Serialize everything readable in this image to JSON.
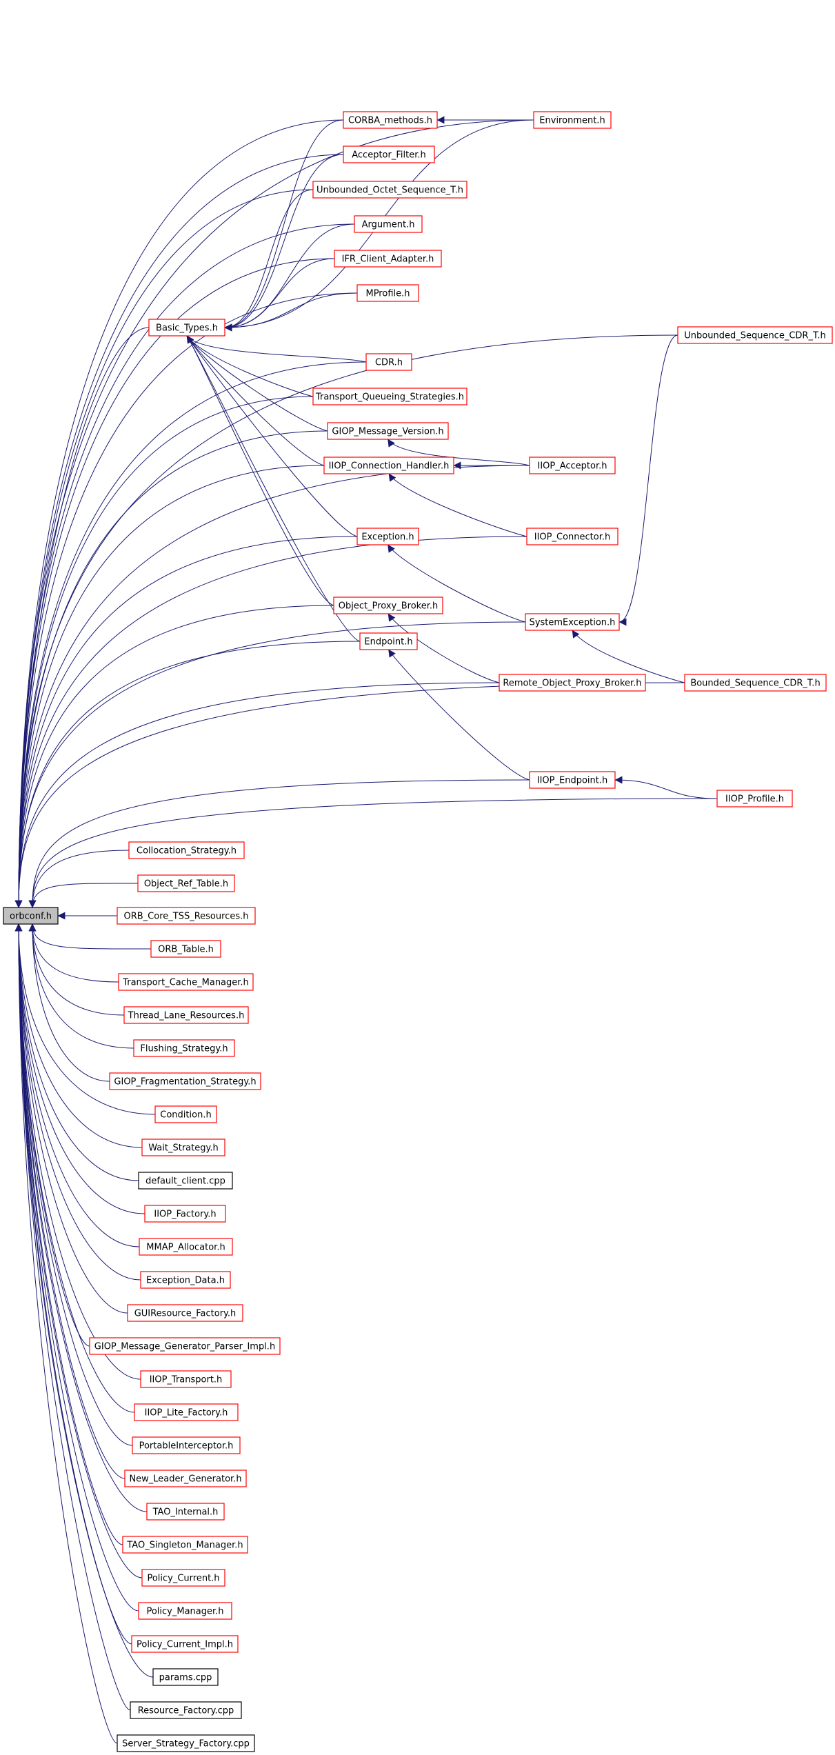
{
  "graph": {
    "root": "orbconf.h",
    "colors": {
      "edge": "#191970",
      "link_border": "#ff0000",
      "leaf_border": "#000000",
      "root_fill": "#bfbfbf"
    },
    "nodes": [
      {
        "id": "root",
        "label": "orbconf.h",
        "style": "root"
      },
      {
        "id": "corba_methods",
        "label": "CORBA_methods.h",
        "style": "link"
      },
      {
        "id": "environment",
        "label": "Environment.h",
        "style": "link"
      },
      {
        "id": "acceptor_filter",
        "label": "Acceptor_Filter.h",
        "style": "link"
      },
      {
        "id": "unbounded_octet",
        "label": "Unbounded_Octet_Sequence_T.h",
        "style": "link"
      },
      {
        "id": "argument",
        "label": "Argument.h",
        "style": "link"
      },
      {
        "id": "ifr_client",
        "label": "IFR_Client_Adapter.h",
        "style": "link"
      },
      {
        "id": "mprofile",
        "label": "MProfile.h",
        "style": "link"
      },
      {
        "id": "basic_types",
        "label": "Basic_Types.h",
        "style": "link"
      },
      {
        "id": "unbounded_seq_cdr",
        "label": "Unbounded_Sequence_CDR_T.h",
        "style": "link"
      },
      {
        "id": "cdr",
        "label": "CDR.h",
        "style": "link"
      },
      {
        "id": "transport_queueing",
        "label": "Transport_Queueing_Strategies.h",
        "style": "link"
      },
      {
        "id": "giop_msg_version",
        "label": "GIOP_Message_Version.h",
        "style": "link"
      },
      {
        "id": "iiop_conn_handler",
        "label": "IIOP_Connection_Handler.h",
        "style": "link"
      },
      {
        "id": "iiop_acceptor",
        "label": "IIOP_Acceptor.h",
        "style": "link"
      },
      {
        "id": "exception",
        "label": "Exception.h",
        "style": "link"
      },
      {
        "id": "iiop_connector",
        "label": "IIOP_Connector.h",
        "style": "link"
      },
      {
        "id": "object_proxy_broker",
        "label": "Object_Proxy_Broker.h",
        "style": "link"
      },
      {
        "id": "system_exception",
        "label": "SystemException.h",
        "style": "link"
      },
      {
        "id": "endpoint",
        "label": "Endpoint.h",
        "style": "link"
      },
      {
        "id": "remote_obj_broker",
        "label": "Remote_Object_Proxy_Broker.h",
        "style": "link"
      },
      {
        "id": "bounded_seq_cdr",
        "label": "Bounded_Sequence_CDR_T.h",
        "style": "link"
      },
      {
        "id": "iiop_endpoint",
        "label": "IIOP_Endpoint.h",
        "style": "link"
      },
      {
        "id": "iiop_profile",
        "label": "IIOP_Profile.h",
        "style": "link"
      },
      {
        "id": "collocation",
        "label": "Collocation_Strategy.h",
        "style": "link"
      },
      {
        "id": "object_ref_table",
        "label": "Object_Ref_Table.h",
        "style": "link"
      },
      {
        "id": "orb_core_tss",
        "label": "ORB_Core_TSS_Resources.h",
        "style": "link"
      },
      {
        "id": "orb_table",
        "label": "ORB_Table.h",
        "style": "link"
      },
      {
        "id": "transport_cache",
        "label": "Transport_Cache_Manager.h",
        "style": "link"
      },
      {
        "id": "thread_lane",
        "label": "Thread_Lane_Resources.h",
        "style": "link"
      },
      {
        "id": "flushing",
        "label": "Flushing_Strategy.h",
        "style": "link"
      },
      {
        "id": "giop_frag",
        "label": "GIOP_Fragmentation_Strategy.h",
        "style": "link"
      },
      {
        "id": "condition",
        "label": "Condition.h",
        "style": "link"
      },
      {
        "id": "wait_strategy",
        "label": "Wait_Strategy.h",
        "style": "link"
      },
      {
        "id": "default_client",
        "label": "default_client.cpp",
        "style": "leaf"
      },
      {
        "id": "iiop_factory",
        "label": "IIOP_Factory.h",
        "style": "link"
      },
      {
        "id": "mmap_allocator",
        "label": "MMAP_Allocator.h",
        "style": "link"
      },
      {
        "id": "exception_data",
        "label": "Exception_Data.h",
        "style": "link"
      },
      {
        "id": "gui_resource",
        "label": "GUIResource_Factory.h",
        "style": "link"
      },
      {
        "id": "giop_msg_gen",
        "label": "GIOP_Message_Generator_Parser_Impl.h",
        "style": "link"
      },
      {
        "id": "iiop_transport",
        "label": "IIOP_Transport.h",
        "style": "link"
      },
      {
        "id": "iiop_lite",
        "label": "IIOP_Lite_Factory.h",
        "style": "link"
      },
      {
        "id": "portable_interceptor",
        "label": "PortableInterceptor.h",
        "style": "link"
      },
      {
        "id": "new_leader",
        "label": "New_Leader_Generator.h",
        "style": "link"
      },
      {
        "id": "tao_internal",
        "label": "TAO_Internal.h",
        "style": "link"
      },
      {
        "id": "tao_singleton",
        "label": "TAO_Singleton_Manager.h",
        "style": "link"
      },
      {
        "id": "policy_current",
        "label": "Policy_Current.h",
        "style": "link"
      },
      {
        "id": "policy_manager",
        "label": "Policy_Manager.h",
        "style": "link"
      },
      {
        "id": "policy_current_impl",
        "label": "Policy_Current_Impl.h",
        "style": "link"
      },
      {
        "id": "params",
        "label": "params.cpp",
        "style": "leaf"
      },
      {
        "id": "resource_factory",
        "label": "Resource_Factory.cpp",
        "style": "leaf"
      },
      {
        "id": "server_strategy",
        "label": "Server_Strategy_Factory.cpp",
        "style": "leaf"
      }
    ],
    "edges": [
      [
        "environment",
        "root"
      ],
      [
        "unbounded_seq_cdr",
        "root"
      ],
      [
        "corba_methods",
        "root"
      ],
      [
        "acceptor_filter",
        "root"
      ],
      [
        "unbounded_octet",
        "root"
      ],
      [
        "argument",
        "root"
      ],
      [
        "ifr_client",
        "root"
      ],
      [
        "mprofile",
        "root"
      ],
      [
        "basic_types",
        "root"
      ],
      [
        "cdr",
        "root"
      ],
      [
        "transport_queueing",
        "root"
      ],
      [
        "giop_msg_version",
        "root"
      ],
      [
        "iiop_conn_handler",
        "root"
      ],
      [
        "iiop_acceptor",
        "root"
      ],
      [
        "exception",
        "root"
      ],
      [
        "iiop_connector",
        "root"
      ],
      [
        "object_proxy_broker",
        "root"
      ],
      [
        "system_exception",
        "root"
      ],
      [
        "endpoint",
        "root"
      ],
      [
        "remote_obj_broker",
        "root"
      ],
      [
        "bounded_seq_cdr",
        "root"
      ],
      [
        "iiop_endpoint",
        "root"
      ],
      [
        "iiop_profile",
        "root"
      ],
      [
        "collocation",
        "root"
      ],
      [
        "object_ref_table",
        "root"
      ],
      [
        "orb_core_tss",
        "root"
      ],
      [
        "orb_table",
        "root"
      ],
      [
        "transport_cache",
        "root"
      ],
      [
        "thread_lane",
        "root"
      ],
      [
        "flushing",
        "root"
      ],
      [
        "giop_frag",
        "root"
      ],
      [
        "condition",
        "root"
      ],
      [
        "wait_strategy",
        "root"
      ],
      [
        "default_client",
        "root"
      ],
      [
        "iiop_factory",
        "root"
      ],
      [
        "mmap_allocator",
        "root"
      ],
      [
        "exception_data",
        "root"
      ],
      [
        "gui_resource",
        "root"
      ],
      [
        "giop_msg_gen",
        "root"
      ],
      [
        "iiop_transport",
        "root"
      ],
      [
        "iiop_lite",
        "root"
      ],
      [
        "portable_interceptor",
        "root"
      ],
      [
        "new_leader",
        "root"
      ],
      [
        "tao_internal",
        "root"
      ],
      [
        "tao_singleton",
        "root"
      ],
      [
        "policy_current",
        "root"
      ],
      [
        "policy_manager",
        "root"
      ],
      [
        "policy_current_impl",
        "root"
      ],
      [
        "params",
        "root"
      ],
      [
        "resource_factory",
        "root"
      ],
      [
        "server_strategy",
        "root"
      ],
      [
        "environment",
        "corba_methods"
      ],
      [
        "corba_methods",
        "basic_types"
      ],
      [
        "acceptor_filter",
        "basic_types"
      ],
      [
        "unbounded_octet",
        "basic_types"
      ],
      [
        "argument",
        "basic_types"
      ],
      [
        "ifr_client",
        "basic_types"
      ],
      [
        "mprofile",
        "basic_types"
      ],
      [
        "environment",
        "basic_types"
      ],
      [
        "cdr",
        "basic_types"
      ],
      [
        "transport_queueing",
        "basic_types"
      ],
      [
        "giop_msg_version",
        "basic_types"
      ],
      [
        "iiop_conn_handler",
        "basic_types"
      ],
      [
        "exception",
        "basic_types"
      ],
      [
        "object_proxy_broker",
        "basic_types"
      ],
      [
        "endpoint",
        "basic_types"
      ],
      [
        "iiop_acceptor",
        "giop_msg_version"
      ],
      [
        "iiop_acceptor",
        "iiop_conn_handler"
      ],
      [
        "iiop_connector",
        "iiop_conn_handler"
      ],
      [
        "system_exception",
        "exception"
      ],
      [
        "remote_obj_broker",
        "object_proxy_broker"
      ],
      [
        "iiop_endpoint",
        "endpoint"
      ],
      [
        "iiop_profile",
        "iiop_endpoint"
      ],
      [
        "bounded_seq_cdr",
        "system_exception"
      ],
      [
        "unbounded_seq_cdr",
        "system_exception"
      ]
    ]
  }
}
